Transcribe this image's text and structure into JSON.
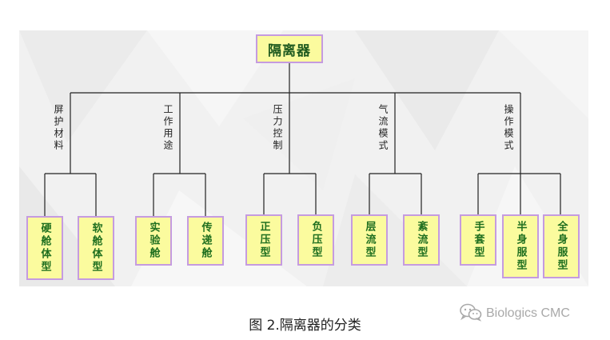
{
  "root": {
    "label": "隔离器"
  },
  "branches": [
    {
      "label": "屏护材料",
      "children": [
        "硬舱体型",
        "软舱体型"
      ]
    },
    {
      "label": "工作用途",
      "children": [
        "实验舱",
        "传递舱"
      ]
    },
    {
      "label": "压力控制",
      "children": [
        "正压型",
        "负压型"
      ]
    },
    {
      "label": "气流模式",
      "children": [
        "层流型",
        "紊流型"
      ]
    },
    {
      "label": "操作模式",
      "children": [
        "手套型",
        "半身服型",
        "全身服型"
      ]
    }
  ],
  "caption": "图 2.隔离器的分类",
  "watermark": {
    "icon": "wechat-icon",
    "text": "Biologics CMC"
  },
  "colors": {
    "node_fill": "#fbfb9e",
    "node_border": "#c59be0",
    "node_text": "#1f6f1f",
    "line": "#222222",
    "panel_bg": "#f1f1f1"
  }
}
